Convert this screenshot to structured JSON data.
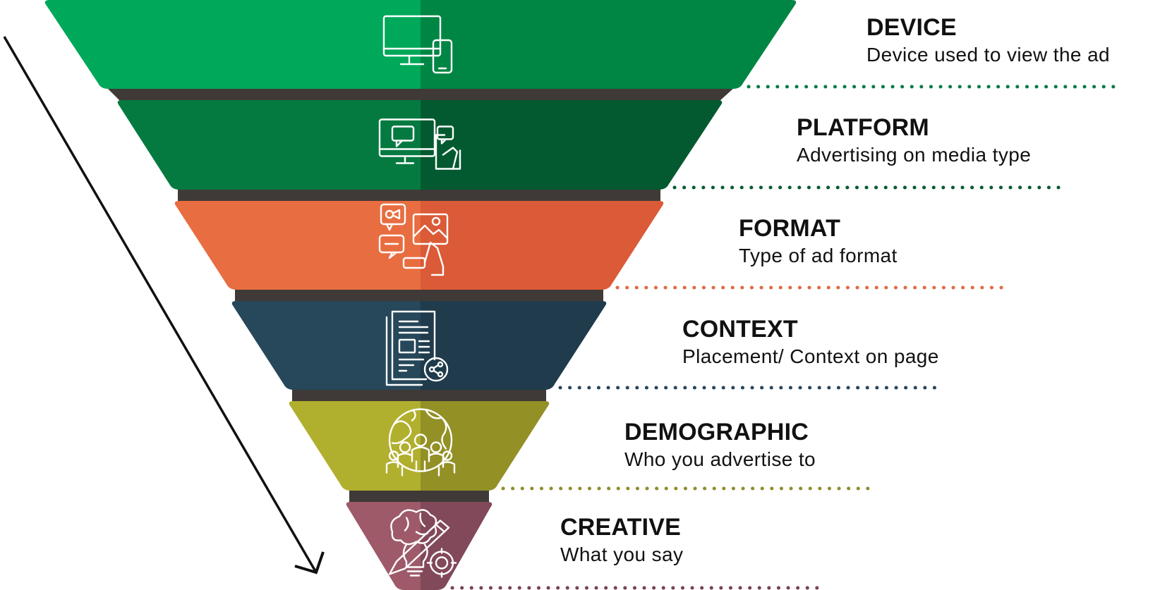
{
  "diagram": {
    "levels": [
      {
        "key": "device",
        "title": "DEVICE",
        "description": "Device used to view the ad",
        "icon": "devices-icon",
        "color_left": "#00a859",
        "color_right": "#008644",
        "dot_color": "#0a7a45"
      },
      {
        "key": "platform",
        "title": "PLATFORM",
        "description": "Advertising on media type",
        "icon": "monitor-chat-icon",
        "color_left": "#057a40",
        "color_right": "#045a30",
        "dot_color": "#045a30"
      },
      {
        "key": "format",
        "title": "FORMAT",
        "description": "Type of ad format",
        "icon": "media-formats-icon",
        "color_left": "#e86d40",
        "color_right": "#db5a37",
        "dot_color": "#e06a42"
      },
      {
        "key": "context",
        "title": "CONTEXT",
        "description": "Placement/ Context on page",
        "icon": "document-share-icon",
        "color_left": "#27475a",
        "color_right": "#1f3b4c",
        "dot_color": "#27475a"
      },
      {
        "key": "demographic",
        "title": "DEMOGRAPHIC",
        "description": "Who you advertise to",
        "icon": "globe-people-icon",
        "color_left": "#b1af2e",
        "color_right": "#939026",
        "dot_color": "#8f8c2e"
      },
      {
        "key": "creative",
        "title": "CREATIVE",
        "description": "What you say",
        "icon": "brain-pencil-icon",
        "color_left": "#9e5a69",
        "color_right": "#82495a",
        "dot_color": "#7a4053"
      }
    ],
    "connector_color": "#3f3a37",
    "arrow_color": "#111111",
    "text_color": "#111111"
  }
}
